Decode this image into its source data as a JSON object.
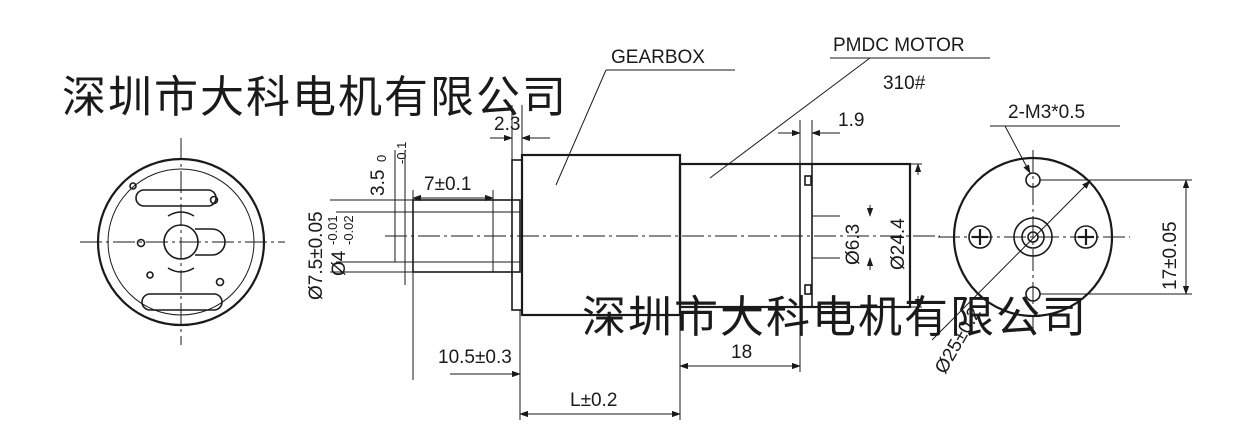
{
  "watermark": {
    "top": "深圳市大科电机有限公司",
    "bottom": "深圳市大科电机有限公司"
  },
  "labels": {
    "gearbox": "GEARBOX",
    "motor": "PMDC MOTOR",
    "motor_model": "310#",
    "dim_2_3": "2.3",
    "dim_1_9": "1.9",
    "dim_7": "7±0.1",
    "dim_3_5": "3.5",
    "dim_3_5_tol_upper": "0",
    "dim_3_5_tol_lower": "-0.1",
    "dim_d7_5": "Ø7.5±0.05",
    "dim_d4": "Ø4",
    "dim_d4_tol_upper": "-0.01",
    "dim_d4_tol_lower": "-0.02",
    "dim_d6_3": "Ø6.3",
    "dim_d24_4": "Ø24.4",
    "dim_10_5": "10.5±0.3",
    "dim_18": "18",
    "dim_L": "L±0.2",
    "dim_m3": "2-M3*0.5",
    "dim_17": "17±0.05",
    "dim_d25": "Ø25±0.2"
  }
}
